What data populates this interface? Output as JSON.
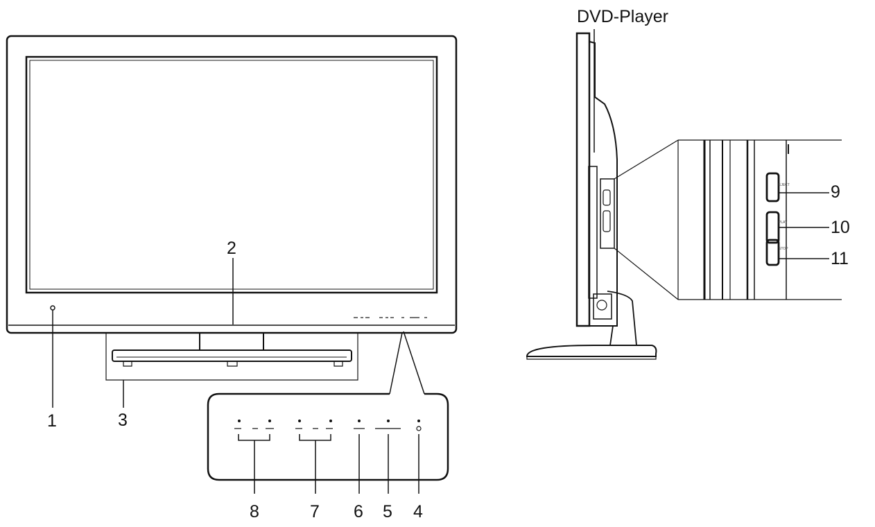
{
  "title": "DVD-Player",
  "callouts": {
    "c1": "1",
    "c2": "2",
    "c3": "3",
    "c4": "4",
    "c5": "5",
    "c6": "6",
    "c7": "7",
    "c8": "8",
    "c9": "9",
    "c10": "10",
    "c11": "11"
  }
}
